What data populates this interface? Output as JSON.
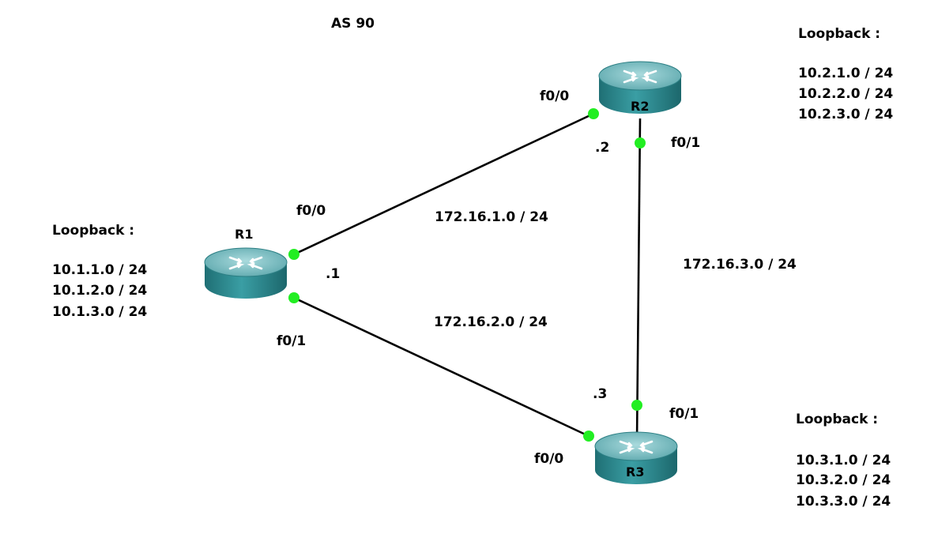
{
  "diagram": {
    "title": "AS 90",
    "colors": {
      "router_body": "#2f8f95",
      "router_top": "#8ec8cc",
      "port_dot": "#22ee22",
      "link": "#000000"
    },
    "routers": [
      {
        "id": "r1",
        "name": "R1",
        "icon": "router-icon",
        "loopback_heading": "Loopback :",
        "loopbacks": [
          "10.1.1.0 / 24",
          "10.1.2.0 / 24",
          "10.1.3.0 / 24"
        ]
      },
      {
        "id": "r2",
        "name": "R2",
        "icon": "router-icon",
        "loopback_heading": "Loopback :",
        "loopbacks": [
          "10.2.1.0 / 24",
          "10.2.2.0 / 24",
          "10.2.3.0 / 24"
        ]
      },
      {
        "id": "r3",
        "name": "R3",
        "icon": "router-icon",
        "loopback_heading": "Loopback :",
        "loopbacks": [
          "10.3.1.0 / 24",
          "10.3.2.0 / 24",
          "10.3.3.0 / 24"
        ]
      }
    ],
    "links": [
      {
        "id": "r1-r2",
        "subnet": "172.16.1.0 / 24",
        "end_a": {
          "router": "R1",
          "interface": "f0/0",
          "host": ".1"
        },
        "end_b": {
          "router": "R2",
          "interface": "f0/0",
          "host": ".2"
        }
      },
      {
        "id": "r1-r3",
        "subnet": "172.16.2.0 / 24",
        "end_a": {
          "router": "R1",
          "interface": "f0/1",
          "host": ".1"
        },
        "end_b": {
          "router": "R3",
          "interface": "f0/0",
          "host": ".3"
        }
      },
      {
        "id": "r2-r3",
        "subnet": "172.16.3.0 / 24",
        "end_a": {
          "router": "R2",
          "interface": "f0/1",
          "host": ".2"
        },
        "end_b": {
          "router": "R3",
          "interface": "f0/1",
          "host": ".3"
        }
      }
    ]
  }
}
